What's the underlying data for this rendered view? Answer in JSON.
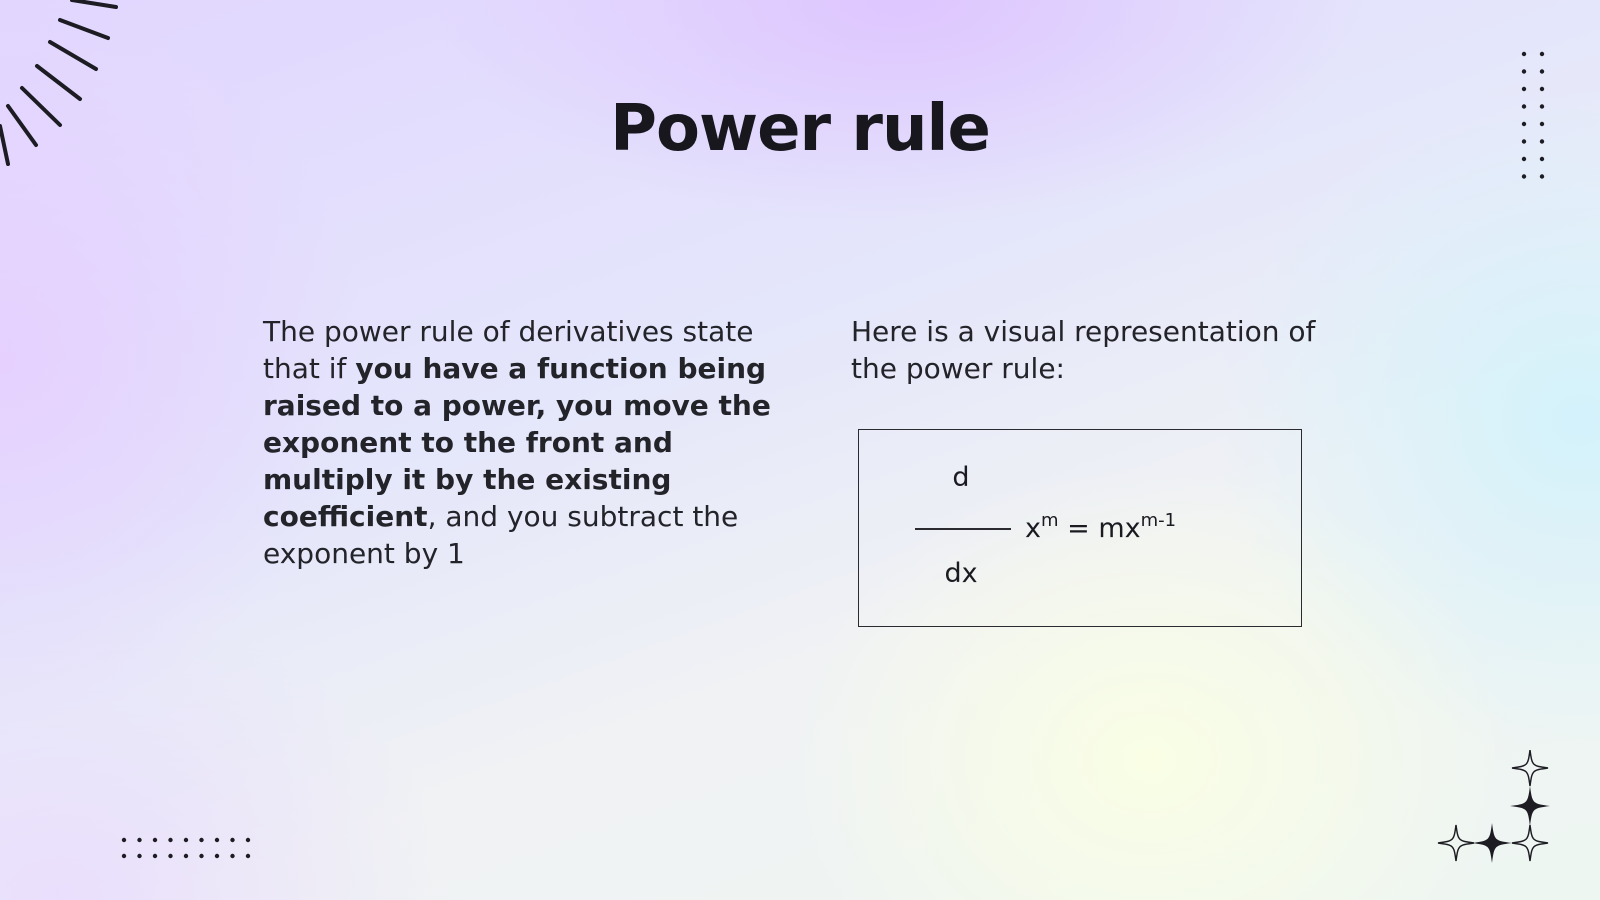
{
  "slide": {
    "title": "Power rule",
    "left": {
      "p1": "The power rule of derivatives state that if ",
      "bold": "you have a function being raised to a power, you move the exponent to the front and multiply it by the existing coefficient",
      "p2": ", and you subtract the exponent by 1"
    },
    "right": {
      "intro": "Here is a visual representation of the power rule:"
    },
    "formula": {
      "numerator": "d",
      "denominator": "dx",
      "base": "x",
      "base_exponent": "m",
      "equals": " = mx",
      "result_exponent": "m-1"
    }
  },
  "decorations": {
    "top_left": "sunburst-lines-icon",
    "top_right": "dot-grid-icon",
    "bottom_left": "dot-grid-icon",
    "bottom_right": "sparkle-stars-icon"
  }
}
